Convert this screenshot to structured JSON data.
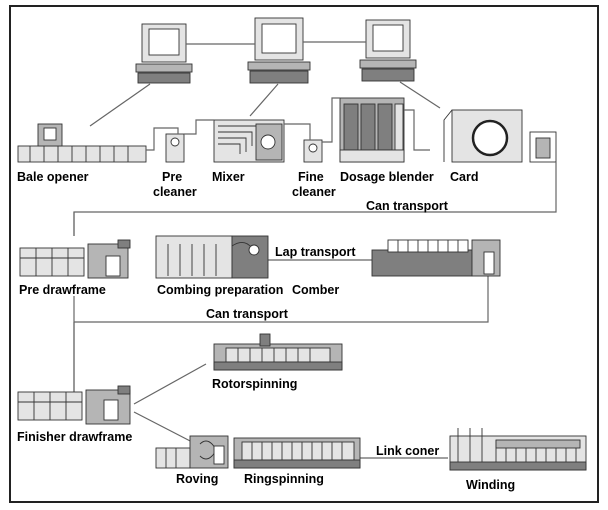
{
  "labels": {
    "bale_opener": "Bale opener",
    "pre_cleaner_1": "Pre",
    "pre_cleaner_2": "cleaner",
    "mixer": "Mixer",
    "fine_cleaner_1": "Fine",
    "fine_cleaner_2": "cleaner",
    "dosage_blender": "Dosage blender",
    "card": "Card",
    "can_transport_1": "Can transport",
    "pre_drawframe": "Pre drawframe",
    "combing_preparation": "Combing preparation",
    "lap_transport": "Lap transport",
    "comber": "Comber",
    "can_transport_2": "Can transport",
    "rotorspinning": "Rotorspinning",
    "finisher_drawframe": "Finisher drawframe",
    "roving": "Roving",
    "ringspinning": "Ringspinning",
    "link_coner": "Link coner",
    "winding": "Winding"
  }
}
